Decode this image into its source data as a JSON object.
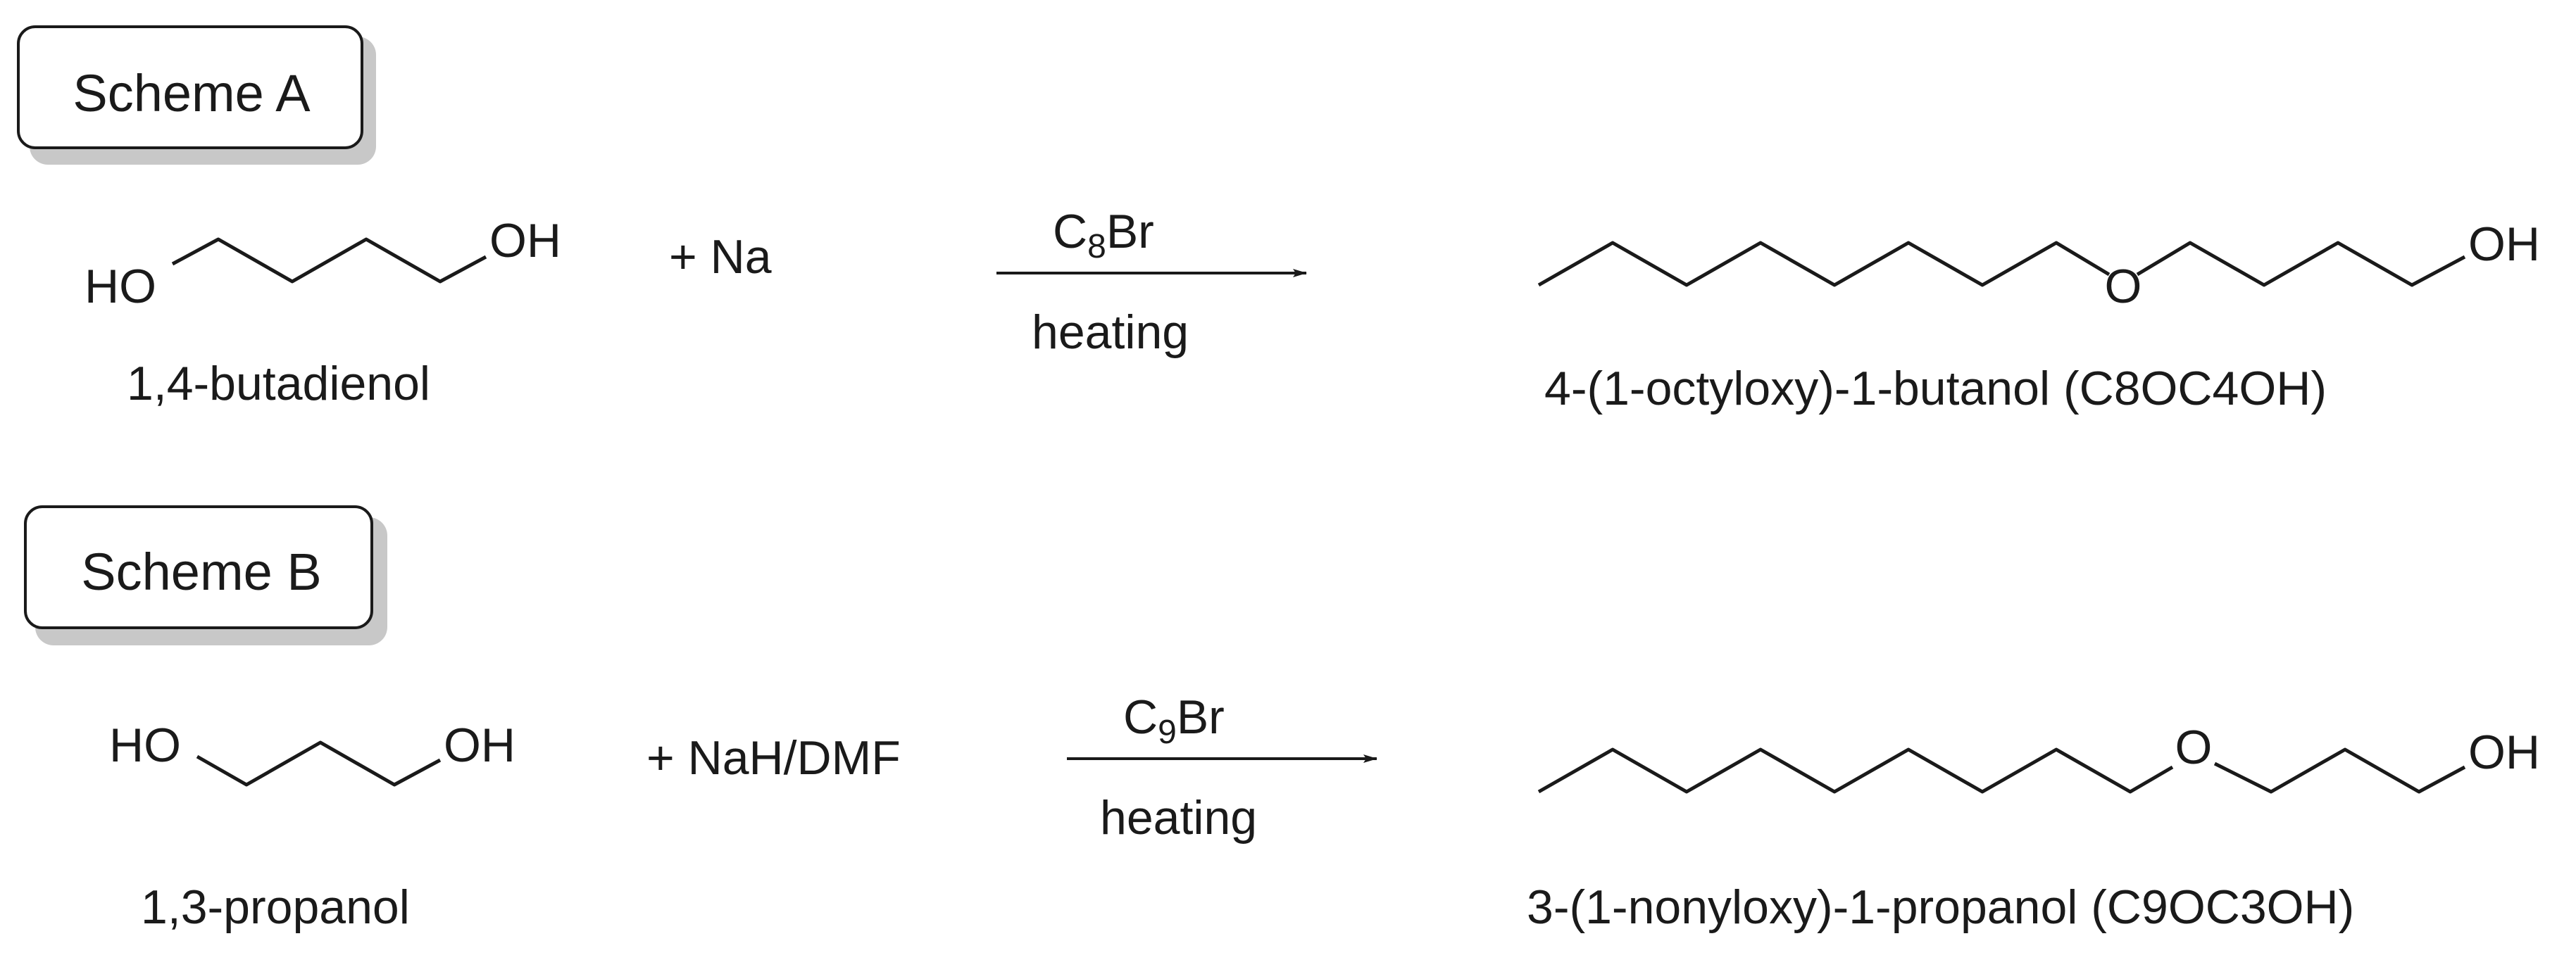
{
  "scheme_a": {
    "title": "Scheme A",
    "reactant": {
      "name": "1,4-butadienol",
      "left_group": "HO",
      "right_group": "OH"
    },
    "reagent": "+ Na",
    "condition_above": {
      "main": "C",
      "sub": "8",
      "tail": "Br"
    },
    "condition_below": "heating",
    "product": {
      "name": "4-(1-octyloxy)-1-butanol (C8OC4OH)",
      "ether_oxygen": "O",
      "end_group": "OH"
    }
  },
  "scheme_b": {
    "title": "Scheme B",
    "reactant": {
      "name": "1,3-propanol",
      "left_group": "HO",
      "right_group": "OH"
    },
    "reagent": "+ NaH/DMF",
    "condition_above": {
      "main": "C",
      "sub": "9",
      "tail": "Br"
    },
    "condition_below": "heating",
    "product": {
      "name": "3-(1-nonyloxy)-1-propanol (C9OC3OH)",
      "ether_oxygen": "O",
      "end_group": "OH"
    }
  }
}
